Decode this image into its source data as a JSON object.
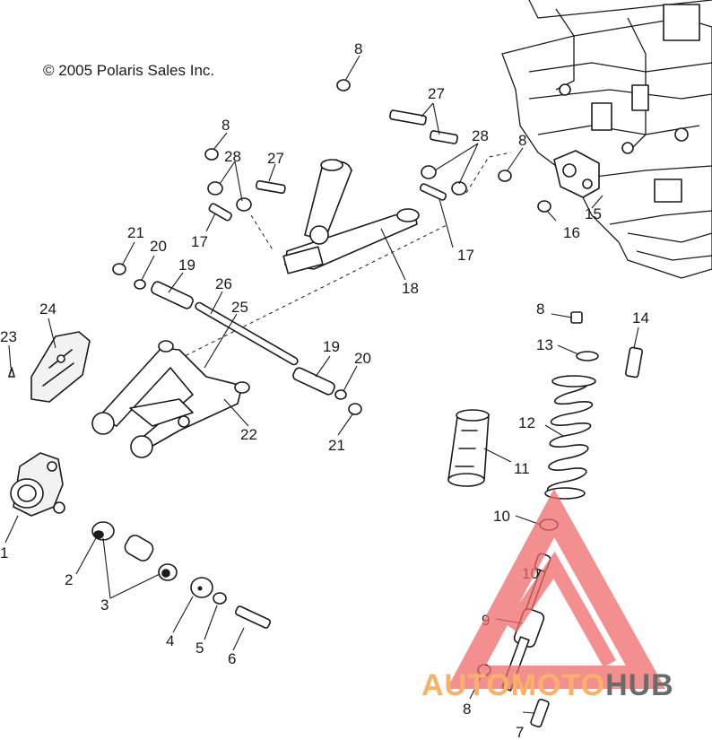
{
  "copyright": "© 2005 Polaris Sales Inc.",
  "callouts": [
    "1",
    "2",
    "3",
    "4",
    "5",
    "6",
    "7",
    "8",
    "8",
    "8",
    "8",
    "8",
    "9",
    "10",
    "10",
    "11",
    "12",
    "13",
    "14",
    "15",
    "16",
    "17",
    "17",
    "18",
    "19",
    "19",
    "20",
    "20",
    "21",
    "21",
    "22",
    "23",
    "24",
    "25",
    "26",
    "27",
    "27",
    "28",
    "28"
  ],
  "watermark": {
    "brand_part1": "AUTOMOTO",
    "brand_part2": "HUB",
    "color_primary": "#f06a6a",
    "color_secondary": "#f7b267",
    "color_tertiary": "#6b6b6b"
  }
}
